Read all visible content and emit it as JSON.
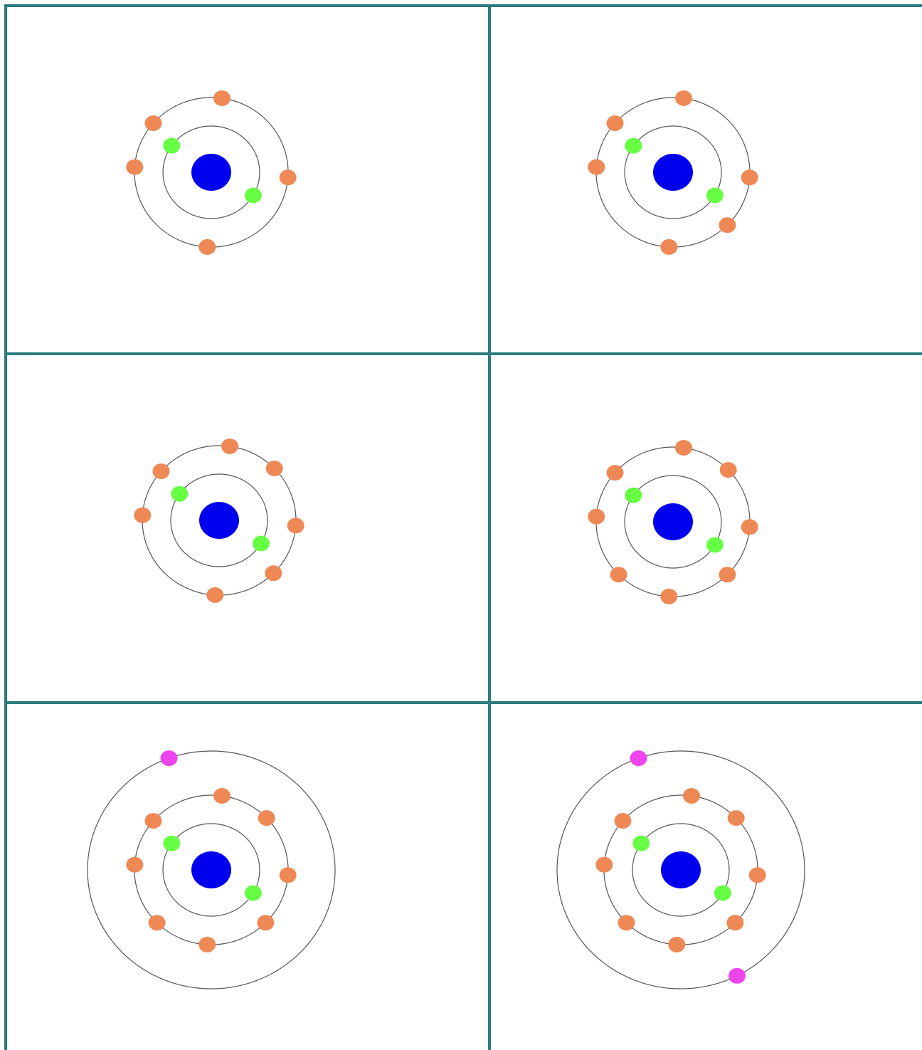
{
  "colors": {
    "border": "#2E7B7F",
    "orbit": "#555555",
    "nucleus": "#0000EE",
    "shell1_electron": "#66FF44",
    "shell2_electron": "#EE8855",
    "shell3_electron": "#EE44EE",
    "background": "#FFFFFF"
  },
  "atoms": [
    {
      "shells": [
        2,
        5
      ]
    },
    {
      "shells": [
        2,
        6
      ]
    },
    {
      "shells": [
        2,
        7
      ]
    },
    {
      "shells": [
        2,
        8
      ]
    },
    {
      "shells": [
        2,
        8,
        1
      ]
    },
    {
      "shells": [
        2,
        8,
        2
      ]
    }
  ]
}
